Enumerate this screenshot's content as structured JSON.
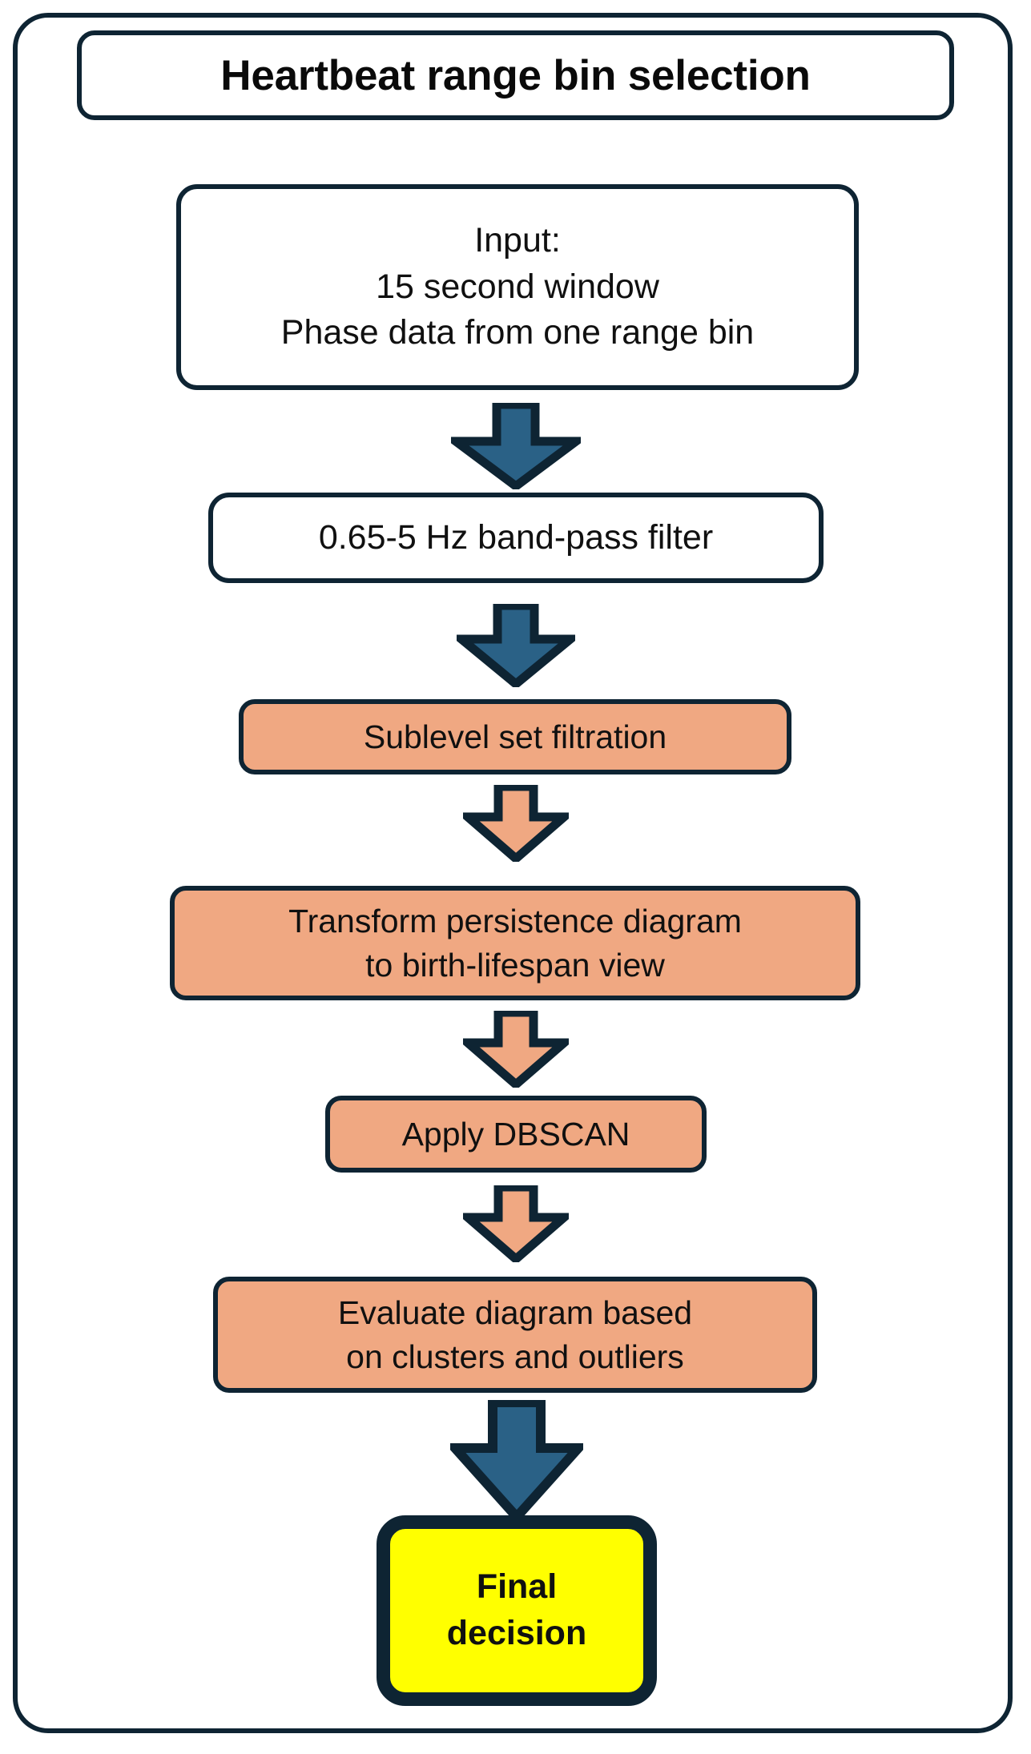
{
  "diagram": {
    "title": "Heartbeat range bin selection",
    "type": "flowchart",
    "colors": {
      "outline": "#0E2433",
      "blue_arrow": "#2A6186",
      "salmon_fill": "#F0A882",
      "yellow_fill": "#FFFF00",
      "white_fill": "#FFFFFF",
      "text": "#101010"
    },
    "nodes": [
      {
        "id": "input",
        "shape": "rounded-rect",
        "fill": "white",
        "lines": [
          "Input:",
          "15 second window",
          "Phase data from one range bin"
        ]
      },
      {
        "id": "bandpass",
        "shape": "rounded-rect",
        "fill": "white",
        "lines": [
          "0.65-5 Hz band-pass filter"
        ]
      },
      {
        "id": "sublevel",
        "shape": "rounded-rect",
        "fill": "salmon",
        "lines": [
          "Sublevel set filtration"
        ]
      },
      {
        "id": "transform",
        "shape": "rounded-rect",
        "fill": "salmon",
        "lines": [
          "Transform persistence diagram",
          "to birth-lifespan view"
        ]
      },
      {
        "id": "dbscan",
        "shape": "rounded-rect",
        "fill": "salmon",
        "lines": [
          "Apply DBSCAN"
        ]
      },
      {
        "id": "evaluate",
        "shape": "salmon",
        "fill": "salmon",
        "lines": [
          "Evaluate diagram based",
          "on clusters and outliers"
        ]
      },
      {
        "id": "final",
        "shape": "rounded-rect-thick",
        "fill": "yellow",
        "lines": [
          "Final",
          "decision"
        ]
      }
    ],
    "arrows": [
      {
        "id": "arrow-1",
        "from": "input",
        "to": "bandpass",
        "color": "blue"
      },
      {
        "id": "arrow-2",
        "from": "bandpass",
        "to": "sublevel",
        "color": "blue"
      },
      {
        "id": "arrow-3",
        "from": "sublevel",
        "to": "transform",
        "color": "salmon"
      },
      {
        "id": "arrow-4",
        "from": "transform",
        "to": "dbscan",
        "color": "salmon"
      },
      {
        "id": "arrow-5",
        "from": "dbscan",
        "to": "evaluate",
        "color": "salmon"
      },
      {
        "id": "arrow-6",
        "from": "evaluate",
        "to": "final",
        "color": "blue"
      }
    ],
    "text": {
      "input_line1": "Input:",
      "input_line2": "15 second window",
      "input_line3": "Phase data from one range bin",
      "bandpass": "0.65-5 Hz band-pass filter",
      "sublevel": "Sublevel set filtration",
      "transform_line1": "Transform persistence diagram",
      "transform_line2": "to birth-lifespan view",
      "dbscan": "Apply DBSCAN",
      "evaluate_line1": "Evaluate diagram based",
      "evaluate_line2": "on clusters and outliers",
      "final_line1": "Final",
      "final_line2": "decision"
    }
  }
}
